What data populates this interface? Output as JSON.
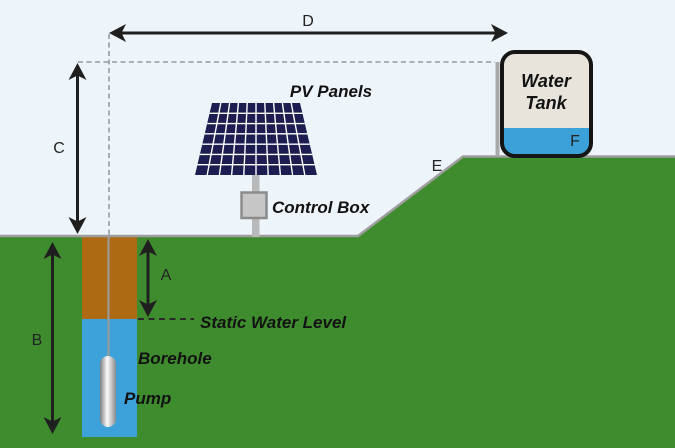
{
  "scene": {
    "labels": {
      "pv_panels": "PV Panels",
      "control_box": "Control Box",
      "water_tank_line1": "Water",
      "water_tank_line2": "Tank",
      "static_water_level": "Static Water Level",
      "borehole": "Borehole",
      "pump": "Pump"
    },
    "dimensions": {
      "a": "A",
      "b": "B",
      "c": "C",
      "d": "D",
      "e": "E",
      "f": "F"
    },
    "colors": {
      "sky": "#edf4fa",
      "ground": "#3e8c2e",
      "borehole_casing": "#ad6a13",
      "borehole_water": "#3da2da",
      "tank_body": "#e8e4dc",
      "tank_water": "#3ba1d8",
      "panel": "#1d1d52",
      "hardware_gray": "#c6c6c6",
      "arrow": "#1f1f1f"
    }
  }
}
